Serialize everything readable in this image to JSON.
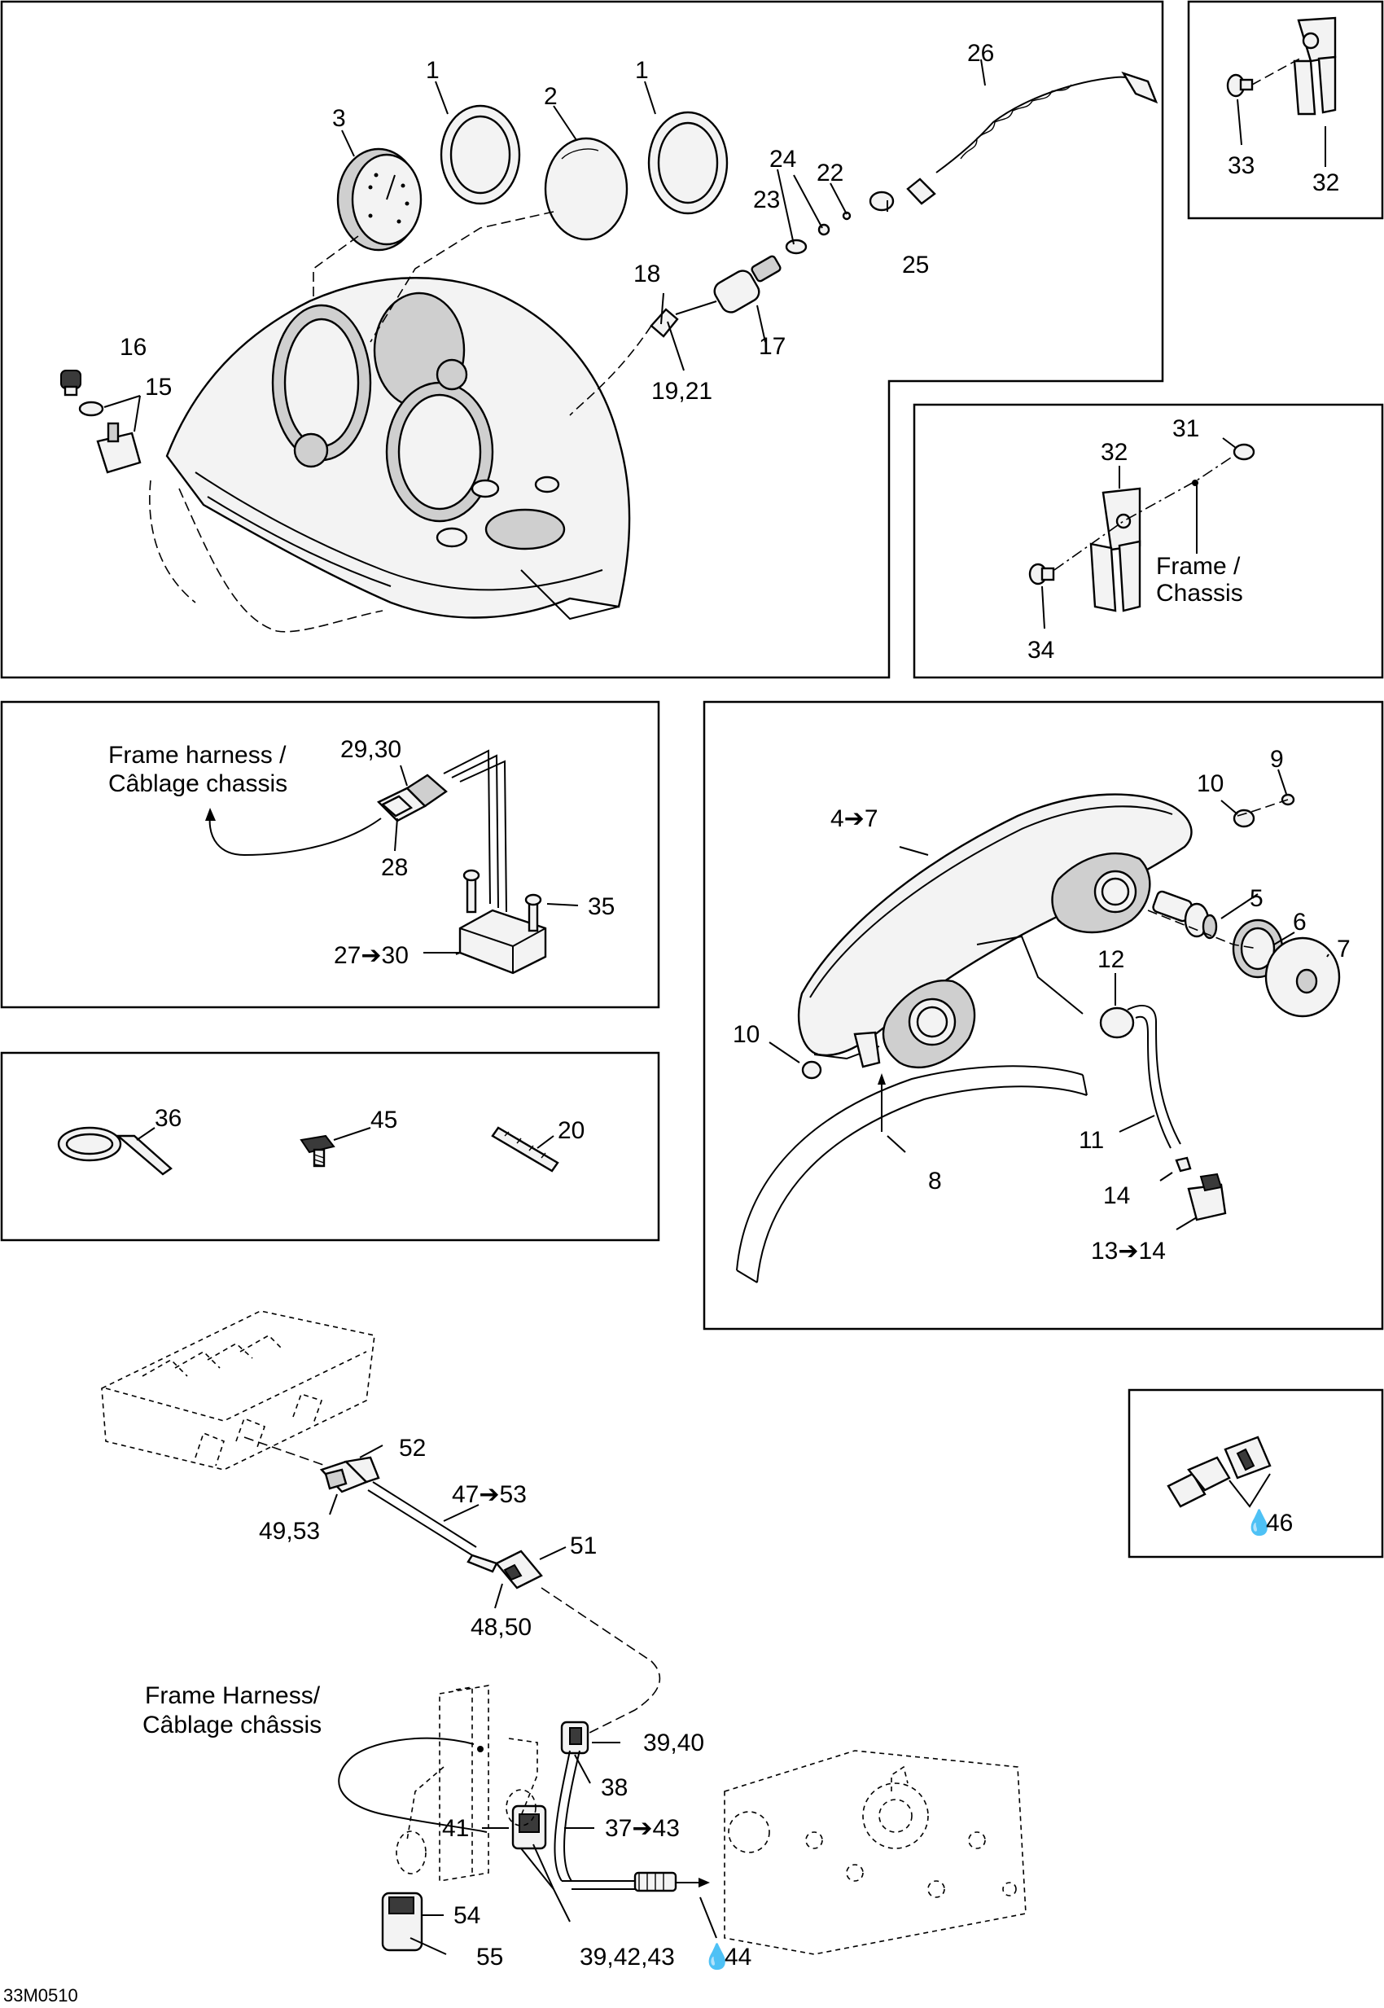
{
  "figure_code": "33M0510",
  "callouts": {
    "c1a": "1",
    "c1b": "1",
    "c2": "2",
    "c3": "3",
    "c9": "9",
    "c10a": "10",
    "c10b": "10",
    "c4_7": "4➔7",
    "c5": "5",
    "c6": "6",
    "c7": "7",
    "c8": "8",
    "c11": "11",
    "c12": "12",
    "c13_14": "13➔14",
    "c14": "14",
    "c15": "15",
    "c16": "16",
    "c17": "17",
    "c18": "18",
    "c19_21": "19,21",
    "c20": "20",
    "c22": "22",
    "c23": "23",
    "c24": "24",
    "c25": "25",
    "c26": "26",
    "c27_30": "27➔30",
    "c28": "28",
    "c29_30": "29,30",
    "c31": "31",
    "c32a": "32",
    "c32b": "32",
    "c33": "33",
    "c34": "34",
    "c35": "35",
    "c36": "36",
    "c45": "45",
    "c37_43": "37➔43",
    "c38": "38",
    "c39_40": "39,40",
    "c39_42_43": "39,42,43",
    "c41": "41",
    "c44": "44",
    "c46": "46",
    "c47_53": "47➔53",
    "c48_50": "48,50",
    "c49_53": "49,53",
    "c51": "51",
    "c52": "52",
    "c54": "54",
    "c55": "55"
  },
  "notes": {
    "frame_chassis_1": "Frame /",
    "frame_chassis_2": "Chassis",
    "frame_harness_a1": "Frame harness /",
    "frame_harness_a2": "Câblage chassis",
    "frame_harness_b1": "Frame Harness/",
    "frame_harness_b2": "Câblage châssis"
  },
  "icons": {
    "drop": "oil-drop-icon",
    "arrow": "right-arrow-glyph"
  }
}
